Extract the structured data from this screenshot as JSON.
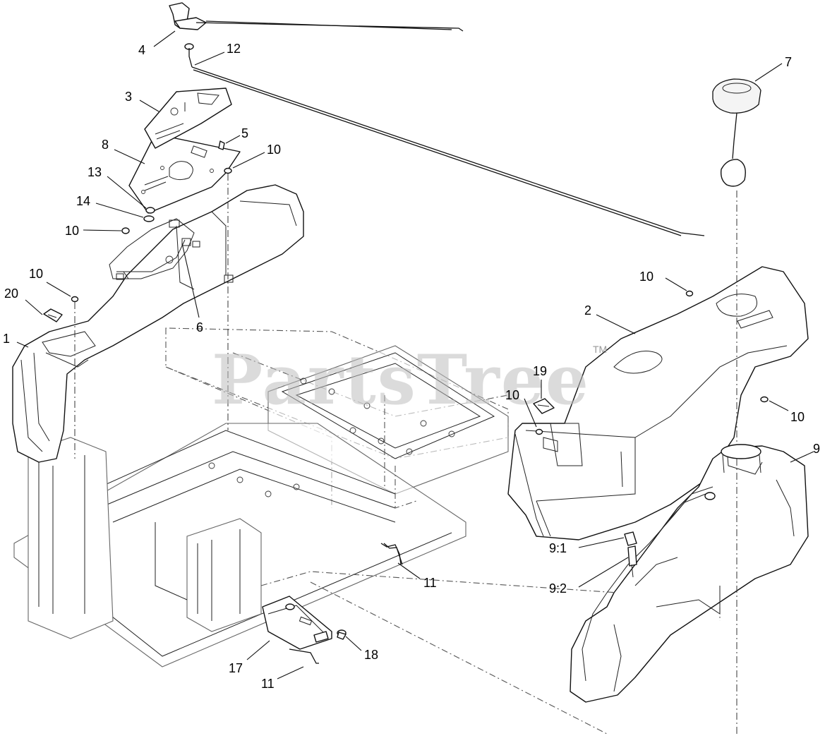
{
  "watermark": {
    "text": "PartsTree",
    "trademark": "TM"
  },
  "callouts": {
    "c1": "1",
    "c2": "2",
    "c3": "3",
    "c4": "4",
    "c5": "5",
    "c6": "6",
    "c7": "7",
    "c8": "8",
    "c9": "9",
    "c9_1": "9:1",
    "c9_2": "9:2",
    "c10a": "10",
    "c10b": "10",
    "c10c": "10",
    "c10d": "10",
    "c10e": "10",
    "c10f": "10",
    "c11a": "11",
    "c11b": "11",
    "c12": "12",
    "c13": "13",
    "c14": "14",
    "c17": "17",
    "c18": "18",
    "c19": "19",
    "c20": "20"
  },
  "parts": [
    "left-fender",
    "right-fender",
    "control-decal",
    "throttle-control",
    "screw",
    "clip",
    "fuel-cap",
    "control-panel",
    "fuel-tank",
    "fuel-fitting-9-1",
    "fuel-fitting-9-2",
    "screw-10",
    "wire-harness-11",
    "throttle-cable-12",
    "washer-13",
    "nut-14",
    "bracket-17",
    "screw-18",
    "decal-19",
    "decal-20"
  ]
}
